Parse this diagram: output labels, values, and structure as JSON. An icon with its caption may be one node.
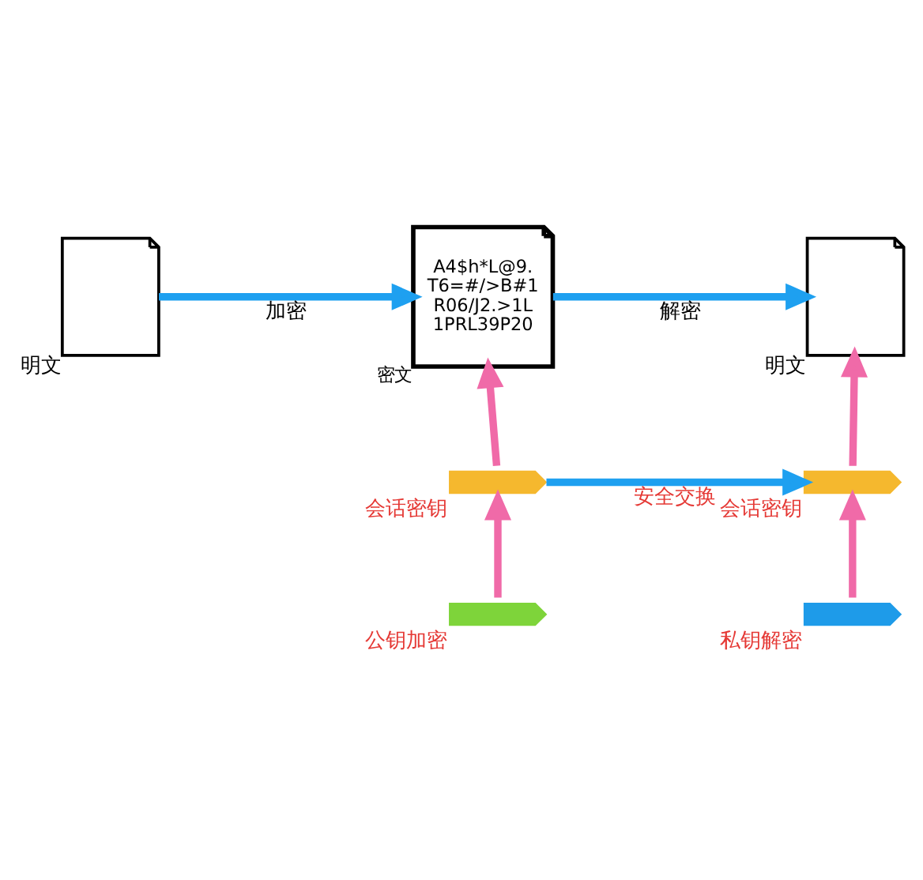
{
  "diagram": {
    "nodes": [
      {
        "text": [],
        "shape": "document",
        "beside": [
          "明文"
        ]
      },
      {
        "text": [
          "A4$h*L@9. T6=#/>B#1 R06/J2.>1L 1PRL39P20"
        ],
        "beside": [
          "密文"
        ]
      },
      {
        "text": [],
        "shape": "document",
        "beside": [
          "明文"
        ]
      },
      {
        "text": [],
        "shape": "key",
        "beside": [
          "会话密钥"
        ]
      },
      {
        "text": [],
        "shape": "key",
        "beside": [
          "会话密钥"
        ]
      },
      {
        "text": [],
        "shape": "key",
        "beside": [
          "公钥加密"
        ]
      },
      {
        "text": [],
        "shape": "key",
        "beside": [
          "私钥解密"
        ]
      }
    ],
    "edges": [
      {
        "from": 0,
        "to": 1,
        "arrow": "to",
        "label": "加密",
        "color": "#1ea0f0"
      },
      {
        "from": 1,
        "to": 2,
        "arrow": "to",
        "label": "解密",
        "color": "#1ea0f0"
      },
      {
        "from": 3,
        "to": 4,
        "arrow": "to",
        "label": "安全交换",
        "color": "#1ea0f0"
      },
      {
        "from": 3,
        "to": 1,
        "arrow": "to",
        "color": "#f06aa8"
      },
      {
        "from": 4,
        "to": 2,
        "arrow": "to",
        "color": "#f06aa8"
      },
      {
        "from": 5,
        "to": 3,
        "arrow": "to",
        "color": "#f06aa8"
      },
      {
        "from": 6,
        "to": 4,
        "arrow": "to",
        "color": "#f06aa8"
      }
    ]
  }
}
